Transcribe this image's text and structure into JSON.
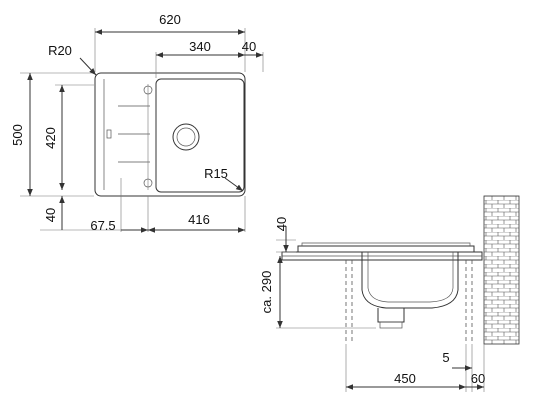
{
  "top_view": {
    "dims": {
      "width_total": "620",
      "bowl_width": "340",
      "rim_right": "40",
      "corner_radius": "R20",
      "height_total": "500",
      "inner_height": "420",
      "rim_bottom": "40",
      "tap_offset": "67.5",
      "base_width": "416",
      "bowl_radius": "R15"
    }
  },
  "side_view": {
    "dims": {
      "rim_thickness": "40",
      "depth": "ca. 290",
      "wall_gap": "5",
      "cabinet_width": "450",
      "wall_offset": "60"
    }
  },
  "colors": {
    "line": "#333333",
    "text": "#111111",
    "fill": "#ffffff"
  }
}
